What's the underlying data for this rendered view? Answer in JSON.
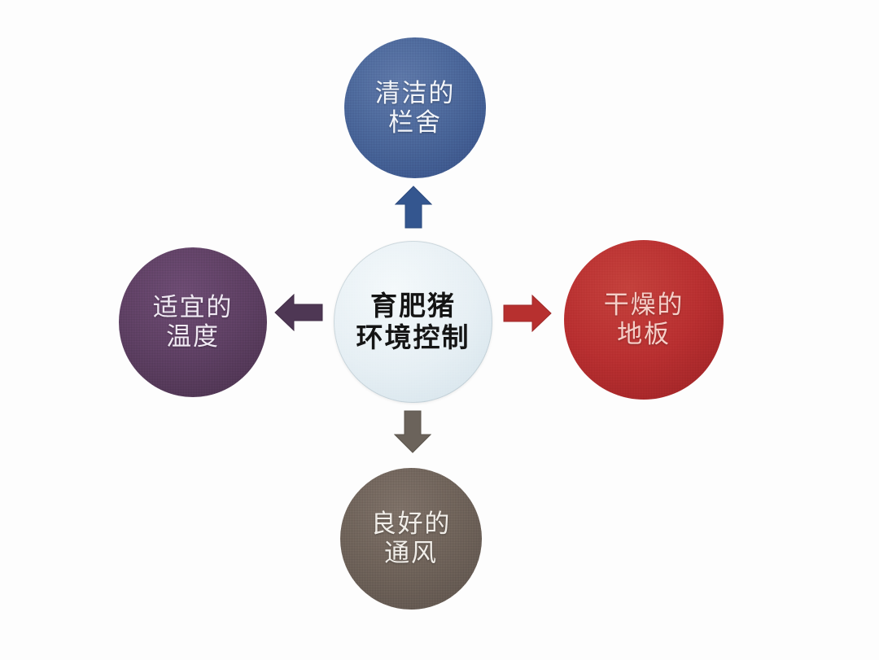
{
  "diagram": {
    "title": "育肥猪环境控制",
    "type": "hub-and-spoke",
    "background_color": "#ffffff",
    "center": {
      "id": "center",
      "label": "育肥猪\n环境控制",
      "fill_color": "#e6eff4",
      "text_color": "#141414"
    },
    "nodes": [
      {
        "id": "top",
        "position": "top",
        "label": "清洁的\n栏舍",
        "fill_color": "#4a6699",
        "text_color": "#f3f6fb",
        "arrow": {
          "name": "arrow-up",
          "direction": "up",
          "color": "#34568f"
        }
      },
      {
        "id": "right",
        "position": "right",
        "label": "干燥的\n地板",
        "fill_color": "#b82f30",
        "text_color": "#f6cfc8",
        "arrow": {
          "name": "arrow-right",
          "direction": "right",
          "color": "#b7302f"
        }
      },
      {
        "id": "bottom",
        "position": "bottom",
        "label": "良好的\n通风",
        "fill_color": "#6e6259",
        "text_color": "#f1eee9",
        "arrow": {
          "name": "arrow-down",
          "direction": "down",
          "color": "#6b635b"
        }
      },
      {
        "id": "left",
        "position": "left",
        "label": "适宜的\n温度",
        "fill_color": "#5d3f62",
        "text_color": "#f0e9f3",
        "arrow": {
          "name": "arrow-left",
          "direction": "left",
          "color": "#4e3754"
        }
      }
    ]
  }
}
